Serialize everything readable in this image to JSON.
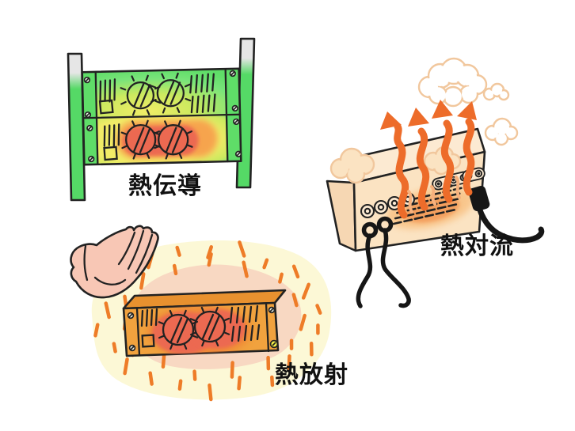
{
  "labels": {
    "conduction": "熱伝導",
    "convection": "熱対流",
    "radiation": "熱放射"
  },
  "palette": {
    "background": "#ffffff",
    "outline": "#222222",
    "label_color": "#111111",
    "rail_gray": "#e6e6e6",
    "rail_green": "#55d966",
    "ear_green": "#5fdd68",
    "panel_green": "#79e47a",
    "panel_yellow_green": "#cbe95f",
    "panel_yellow": "#f1ec67",
    "heat_orange": "#f6a44e",
    "heat_red": "#ec6951",
    "cream": "#fbe3c2",
    "cream_dark": "#f6d7b3",
    "cream_top": "#fcead2",
    "cloud_outline": "#f1c79d",
    "arrow_orange": "#ed6c2a",
    "arrow_light": "#f6b17d",
    "grille_glow": "#ef7a33",
    "cable_black": "#161616",
    "glow_outer": "#fcf8d6",
    "glow_inner": "#f8d8c2",
    "dash_orange": "#ee7c28",
    "box_orange": "#f1a23e",
    "box_orange_dark": "#e8912f",
    "hand_pink": "#f8c7b5",
    "screw_fill": "#f2f7ec",
    "screw_yellow": "#f3ef45"
  }
}
